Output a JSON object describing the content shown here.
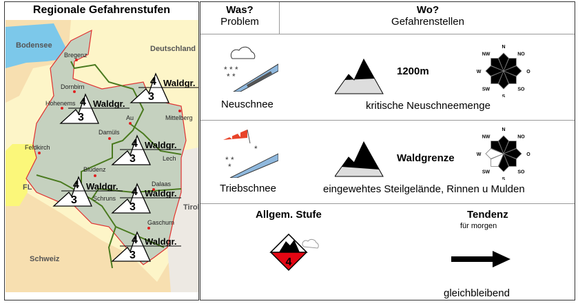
{
  "map_panel": {
    "title": "Regionale Gefahrenstufen",
    "labels": {
      "bodensee": "Bodensee",
      "deutschland": "Deutschland",
      "fl": "FL",
      "schweiz": "Schweiz",
      "tirol": "Tirol"
    },
    "towns": [
      "Bregenz",
      "Dornbirn",
      "Hohenems",
      "Au",
      "Mittelberg",
      "Damüls",
      "Feldkirch",
      "Lech",
      "Bludenz",
      "Dalaas",
      "Schruns",
      "Gaschurn"
    ],
    "regions": [
      {
        "upper": "4",
        "lower": "3",
        "boundary": "Waldgr."
      },
      {
        "upper": "4",
        "lower": "3",
        "boundary": "Waldgr."
      },
      {
        "upper": "4",
        "lower": "3",
        "boundary": "Waldgr."
      },
      {
        "upper": "4",
        "lower": "3",
        "boundary": "Waldgr."
      },
      {
        "upper": "4",
        "lower": "3",
        "boundary": "Waldgr."
      },
      {
        "upper": "4",
        "lower": "3",
        "boundary": "Waldgr."
      }
    ]
  },
  "table": {
    "col1_title": "Was?",
    "col1_sub": "Problem",
    "col2_title": "Wo?",
    "col2_sub": "Gefahrenstellen",
    "rows": [
      {
        "problem": "Neuschnee",
        "elevation": "1200m",
        "description": "kritische Neuschneemenge",
        "aspects": [
          "N",
          "NO",
          "O",
          "SO",
          "S",
          "SW",
          "W",
          "NW"
        ],
        "aspects_labels": [
          "N",
          "NO",
          "O",
          "SO",
          "S",
          "SW",
          "W",
          "NW"
        ],
        "icon": "new-snow-icon"
      },
      {
        "problem": "Triebschnee",
        "elevation": "Waldgrenze",
        "description": "eingewehtes Steilgelände, Rinnen u Mulden",
        "aspects": [
          "N",
          "NO",
          "O",
          "SO",
          "S",
          "NW"
        ],
        "aspects_labels": [
          "N",
          "NO",
          "O",
          "SO",
          "S",
          "SW",
          "W",
          "NW"
        ],
        "icon": "wind-slab-icon"
      }
    ],
    "general": {
      "title": "Allgem. Stufe",
      "level": "4",
      "color": "#e30613"
    },
    "tendency": {
      "title": "Tendenz",
      "sub": "für morgen",
      "value": "gleichbleibend",
      "icon": "arrow-right-icon"
    }
  }
}
